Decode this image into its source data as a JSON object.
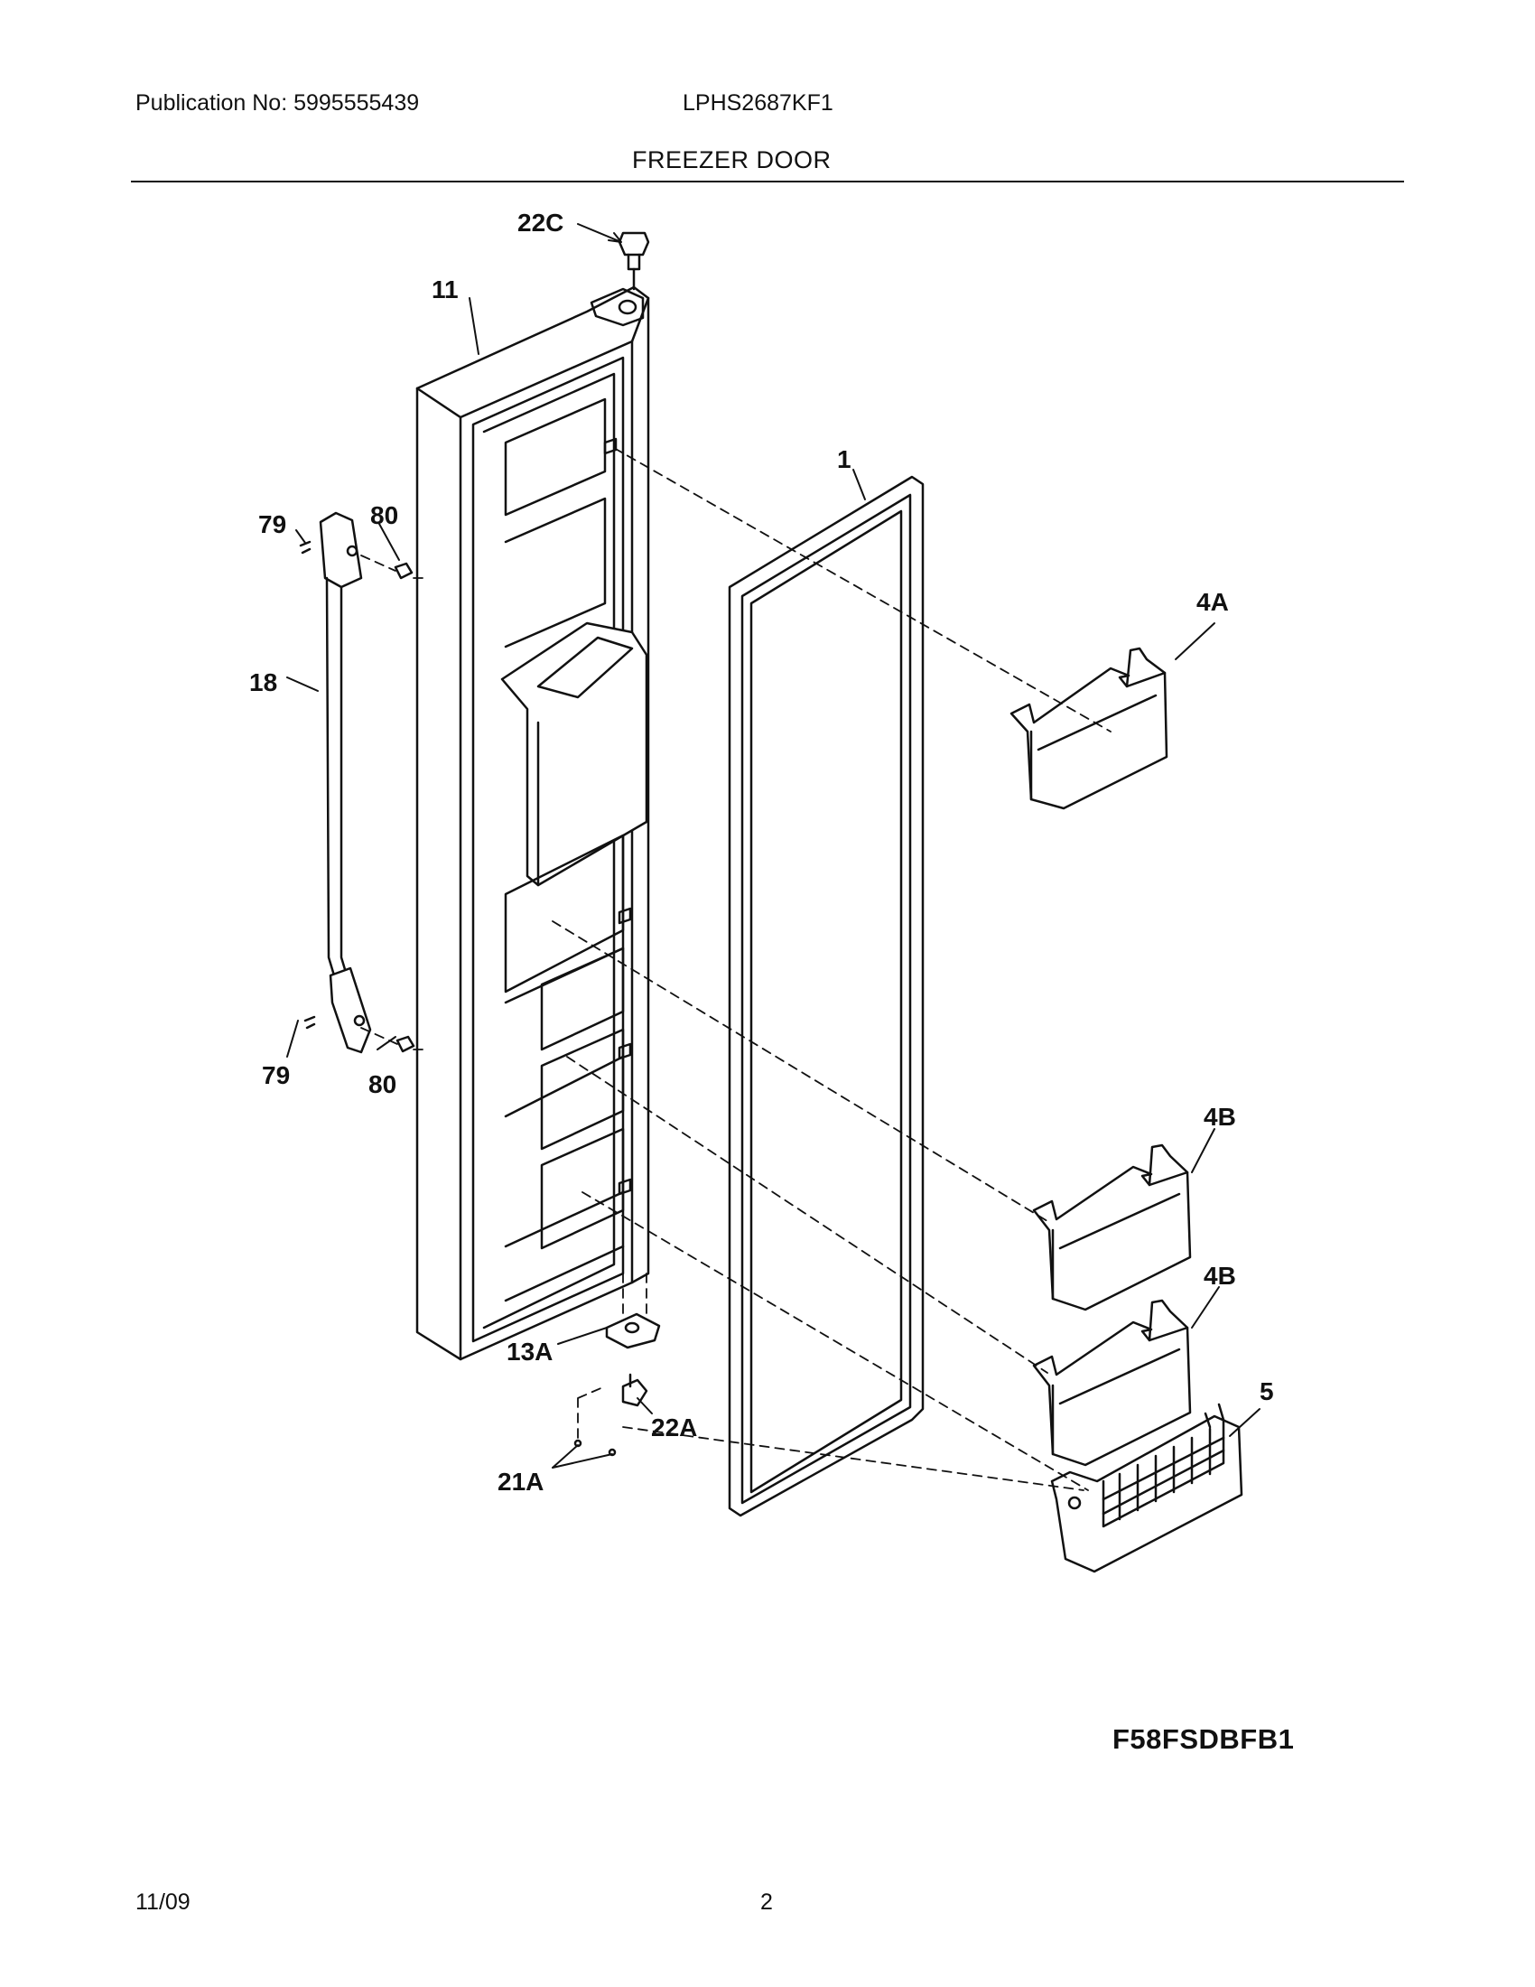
{
  "header": {
    "publication": "Publication No: 5995555439",
    "model": "LPHS2687KF1",
    "section_title": "FREEZER DOOR"
  },
  "callouts": {
    "c22C": "22C",
    "c11": "11",
    "c1": "1",
    "c4A": "4A",
    "c79_top": "79",
    "c80_top": "80",
    "c18": "18",
    "c79_bottom": "79",
    "c80_bottom": "80",
    "c4B_upper": "4B",
    "c4B_lower": "4B",
    "c5": "5",
    "c13A": "13A",
    "c22A": "22A",
    "c21A": "21A"
  },
  "footer": {
    "diagram_code": "F58FSDBFB1",
    "date": "11/09",
    "page_number": "2"
  }
}
